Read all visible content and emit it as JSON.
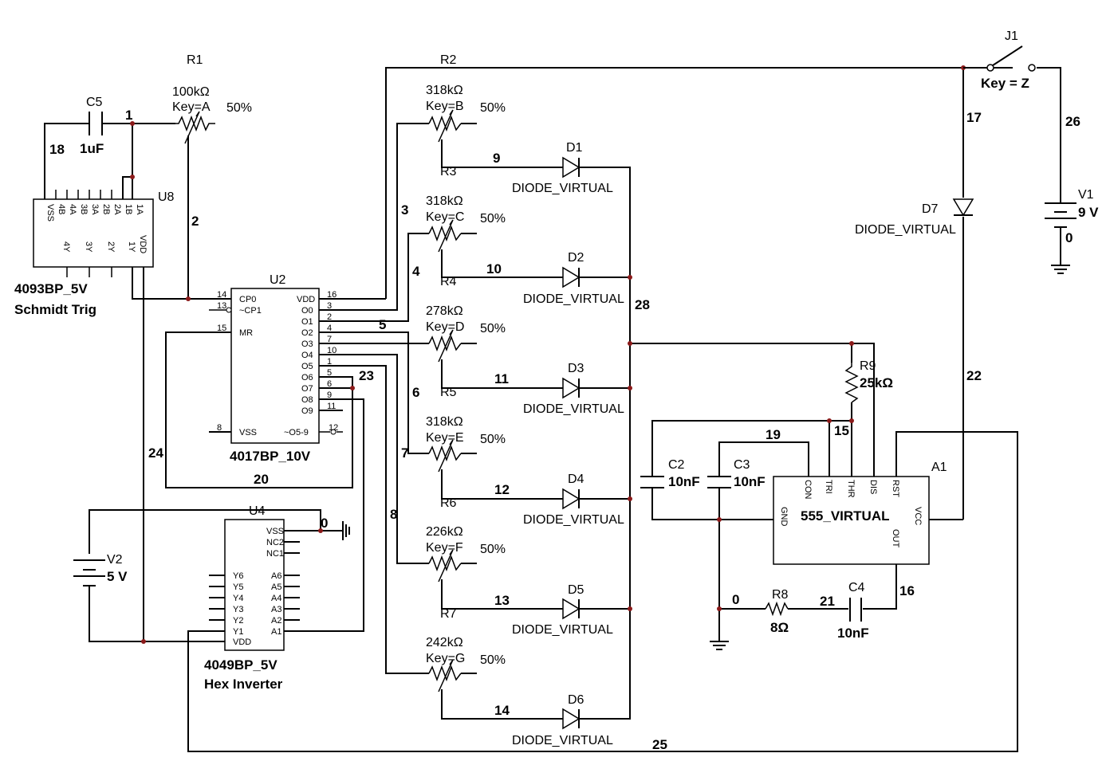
{
  "title": "",
  "components": {
    "R1": {
      "ref": "R1",
      "value": "100kΩ",
      "key": "Key=A",
      "pct": "50%"
    },
    "R2": {
      "ref": "R2",
      "value": "318kΩ",
      "key": "Key=B",
      "pct": "50%"
    },
    "R3": {
      "ref": "R3"
    },
    "R3b": {
      "value": "318kΩ",
      "key": "Key=C",
      "pct": "50%"
    },
    "R4": {
      "ref": "R4"
    },
    "R4b": {
      "value": "278kΩ",
      "key": "Key=D",
      "pct": "50%"
    },
    "R5": {
      "ref": "R5"
    },
    "R5b": {
      "value": "318kΩ",
      "key": "Key=E",
      "pct": "50%"
    },
    "R6": {
      "ref": "R6"
    },
    "R6b": {
      "value": "226kΩ",
      "key": "Key=F",
      "pct": "50%"
    },
    "R7": {
      "ref": "R7"
    },
    "R7b": {
      "value": "242kΩ",
      "key": "Key=G",
      "pct": "50%"
    },
    "R8": {
      "ref": "R8",
      "value": "8Ω"
    },
    "R9": {
      "ref": "R9",
      "value": "25kΩ"
    },
    "C2": {
      "ref": "C2",
      "value": "10nF"
    },
    "C3": {
      "ref": "C3",
      "value": "10nF"
    },
    "C4": {
      "ref": "C4",
      "value": "10nF"
    },
    "C5": {
      "ref": "C5",
      "value": "1uF"
    },
    "D1": {
      "ref": "D1",
      "model": "DIODE_VIRTUAL"
    },
    "D2": {
      "ref": "D2",
      "model": "DIODE_VIRTUAL"
    },
    "D3": {
      "ref": "D3",
      "model": "DIODE_VIRTUAL"
    },
    "D4": {
      "ref": "D4",
      "model": "DIODE_VIRTUAL"
    },
    "D5": {
      "ref": "D5",
      "model": "DIODE_VIRTUAL"
    },
    "D6": {
      "ref": "D6",
      "model": "DIODE_VIRTUAL"
    },
    "D7": {
      "ref": "D7",
      "model": "DIODE_VIRTUAL"
    },
    "J1": {
      "ref": "J1",
      "key": "Key = Z"
    },
    "V1": {
      "ref": "V1",
      "value": "9 V"
    },
    "V2": {
      "ref": "V2",
      "value": "5 V"
    },
    "U8": {
      "ref": "U8",
      "part": "4093BP_5V",
      "desc": "Schmidt Trig",
      "pins_top": [
        "VSS",
        "4B",
        "4A",
        "3B",
        "3A",
        "2B",
        "2A",
        "1B",
        "1A"
      ],
      "pins_bot": [
        "4Y",
        "3Y",
        "2Y",
        "1Y",
        "VDD"
      ]
    },
    "U2": {
      "ref": "U2",
      "part": "4017BP_10V",
      "left_pins": [
        "CP0",
        "~CP1",
        "MR",
        "VSS"
      ],
      "left_nums": [
        "14",
        "13",
        "15",
        "8"
      ],
      "right_pins": [
        "VDD",
        "O0",
        "O1",
        "O2",
        "O3",
        "O4",
        "O5",
        "O6",
        "O7",
        "O8",
        "O9",
        "~O5-9"
      ],
      "right_nums": [
        "16",
        "3",
        "2",
        "4",
        "7",
        "10",
        "1",
        "5",
        "6",
        "9",
        "11",
        "12"
      ]
    },
    "U4": {
      "ref": "U4",
      "part": "4049BP_5V",
      "desc": "Hex Inverter",
      "right_pins": [
        "VSS",
        "NC2",
        "NC1",
        "A6",
        "A5",
        "A4",
        "A3",
        "A2",
        "A1"
      ],
      "left_pins": [
        "Y6",
        "Y5",
        "Y4",
        "Y3",
        "Y2",
        "Y1",
        "VDD"
      ]
    },
    "A1": {
      "ref": "A1",
      "part": "555_VIRTUAL",
      "top_pins": [
        "CON",
        "TRI",
        "THR",
        "DIS",
        "RST"
      ],
      "gnd": "GND",
      "vcc": "VCC",
      "out": "OUT"
    }
  },
  "nets": [
    "0",
    "1",
    "2",
    "3",
    "4",
    "5",
    "6",
    "7",
    "8",
    "9",
    "10",
    "11",
    "12",
    "13",
    "14",
    "15",
    "16",
    "17",
    "18",
    "19",
    "20",
    "21",
    "22",
    "23",
    "24",
    "25",
    "26",
    "28",
    "0"
  ]
}
